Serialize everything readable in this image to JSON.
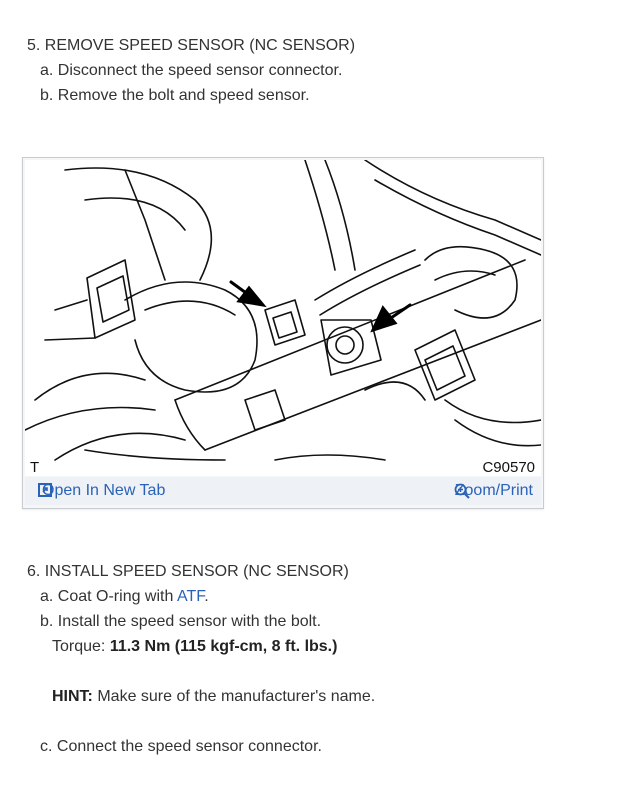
{
  "step5": {
    "heading": "5. REMOVE SPEED SENSOR (NC SENSOR)",
    "sub_a": "a. Disconnect the speed sensor connector.",
    "sub_b": "b. Remove the bolt and speed sensor."
  },
  "figure": {
    "corner_label": "T",
    "code": "C90570",
    "open_tab": "Open In New Tab",
    "zoom": "Zoom/Print",
    "open_tab_icon": "external-tab-icon",
    "zoom_icon": "magnifier-plus-icon",
    "link_color": "#2a62b8"
  },
  "step6": {
    "heading": "6. INSTALL SPEED SENSOR (NC SENSOR)",
    "sub_a_pre": "a. Coat O-ring with ",
    "sub_a_link": "ATF",
    "sub_a_post": ".",
    "sub_b": "b. Install the speed sensor with the bolt.",
    "torque_label": "Torque: ",
    "torque_value": "11.3 Nm (115 kgf-cm, 8 ft. lbs.)",
    "hint_label": "HINT:",
    "hint_text": " Make sure of the manufacturer's name.",
    "sub_c": "c. Connect the speed sensor connector."
  }
}
